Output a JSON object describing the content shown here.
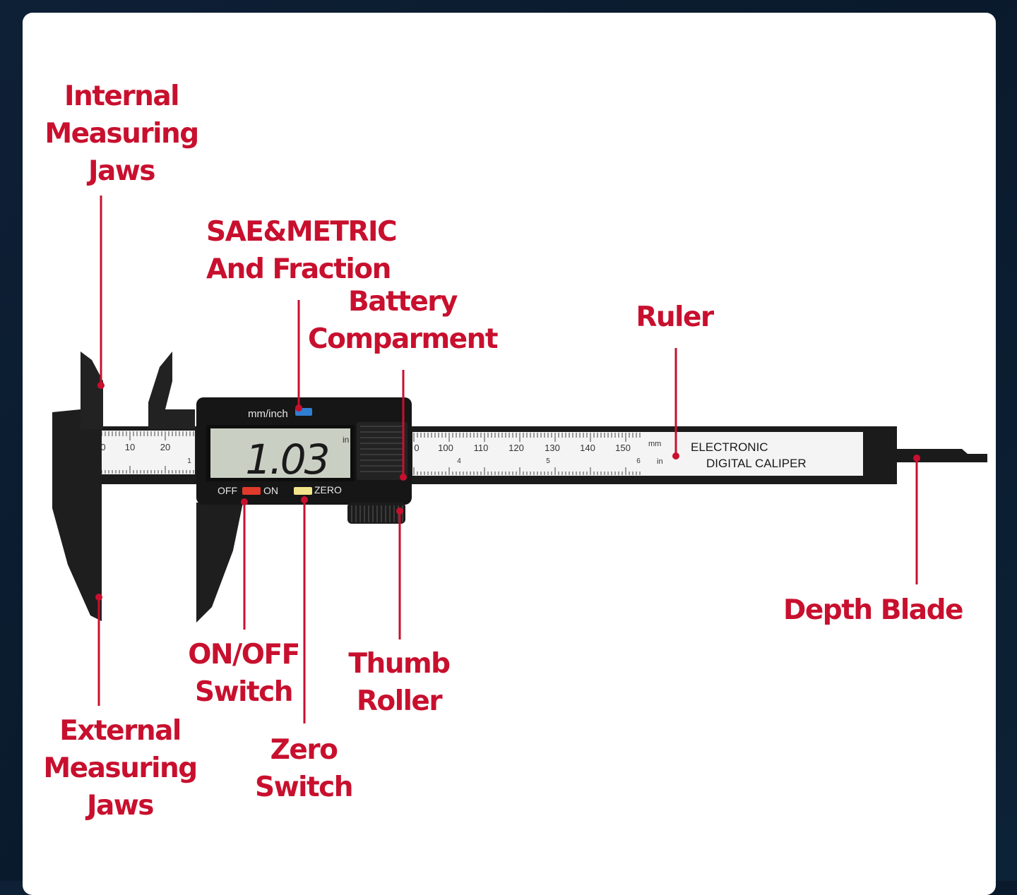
{
  "labels": {
    "internal_jaws": [
      "Internal",
      "Measuring",
      "Jaws"
    ],
    "sae_metric": [
      "SAE&METRIC",
      "And Fraction"
    ],
    "battery": [
      "Battery",
      "Comparment"
    ],
    "ruler": [
      "Ruler"
    ],
    "depth_blade": [
      "Depth Blade"
    ],
    "on_off": [
      "ON/OFF",
      "Switch"
    ],
    "thumb_roller": [
      "Thumb",
      "Roller"
    ],
    "external_jaws": [
      "External",
      "Measuring",
      "Jaws"
    ],
    "zero_switch": [
      "Zero",
      "Switch"
    ]
  },
  "device": {
    "unit_button_label": "mm/inch",
    "display_value": "1.03",
    "display_unit": "in",
    "off_label": "OFF",
    "on_label": "ON",
    "zero_label": "ZERO",
    "scale_mm_label": "mm",
    "scale_in_label": "in",
    "brand_line1": "ELECTRONIC",
    "brand_line2": "DIGITAL CALIPER",
    "scale_numbers_left": [
      "0",
      "10",
      "20"
    ],
    "scale_numbers_right": [
      "0",
      "100",
      "110",
      "120",
      "130",
      "140",
      "150"
    ],
    "inch_numbers": [
      "1",
      "4",
      "5",
      "6"
    ]
  },
  "colors": {
    "label_red": "#c8102e",
    "body_black": "#1b1b1b",
    "onoff_button": "#e03a2a",
    "zero_button": "#f2e48a",
    "unit_button": "#2f7fd4",
    "lcd": "#c9cfc2"
  }
}
